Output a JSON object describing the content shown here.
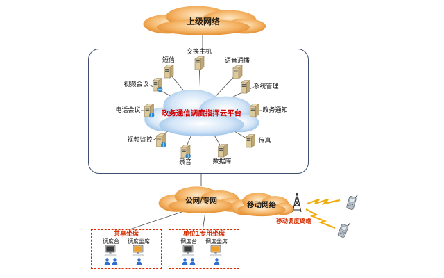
{
  "clouds": {
    "top": {
      "label": "上级网络"
    },
    "platform": {
      "label": "政务通信调度指挥云平台"
    },
    "public": {
      "label": "公网/专网"
    },
    "mobile": {
      "label": "移动网络"
    }
  },
  "servers": [
    {
      "label": "交换主机"
    },
    {
      "label": "短信"
    },
    {
      "label": "语音通播"
    },
    {
      "label": "视频会议"
    },
    {
      "label": "系统管理"
    },
    {
      "label": "电话会议"
    },
    {
      "label": "政务通知"
    },
    {
      "label": "视频监控"
    },
    {
      "label": "传真"
    },
    {
      "label": "录音"
    },
    {
      "label": "数据库"
    }
  ],
  "seat_groups": [
    {
      "title": "共享坐席",
      "console_label": "调度台",
      "seat_label": "调度坐席"
    },
    {
      "title": "单位1专用坐席",
      "console_label": "调度台",
      "seat_label": "调度坐席"
    }
  ],
  "mobile_terminal": {
    "label": "移动调度终端"
  },
  "colors": {
    "cloud_orange_edge": "#de8220",
    "cloud_orange_center": "#fde7c4",
    "cloud_blue_edge": "#85b4e2",
    "platform_text": "#d40000",
    "seat_border": "#d42b00",
    "line": "#555555",
    "lightning": "#f0ad10",
    "person_blue": "#2f6fd0",
    "server_tan": "#dcc99c"
  },
  "icons": {
    "server-icon": "3d tower box",
    "globe-icon": "blue sphere",
    "console-monitor-icon": "monitor with keyboard",
    "seat-monitor-icon": "monitor with orange screen",
    "person-icon": "blue person silhouette",
    "phone-icon": "cellphone with antenna",
    "antenna-icon": "radio lattice tower",
    "lightning-icon": "yellow zigzag bolt"
  }
}
